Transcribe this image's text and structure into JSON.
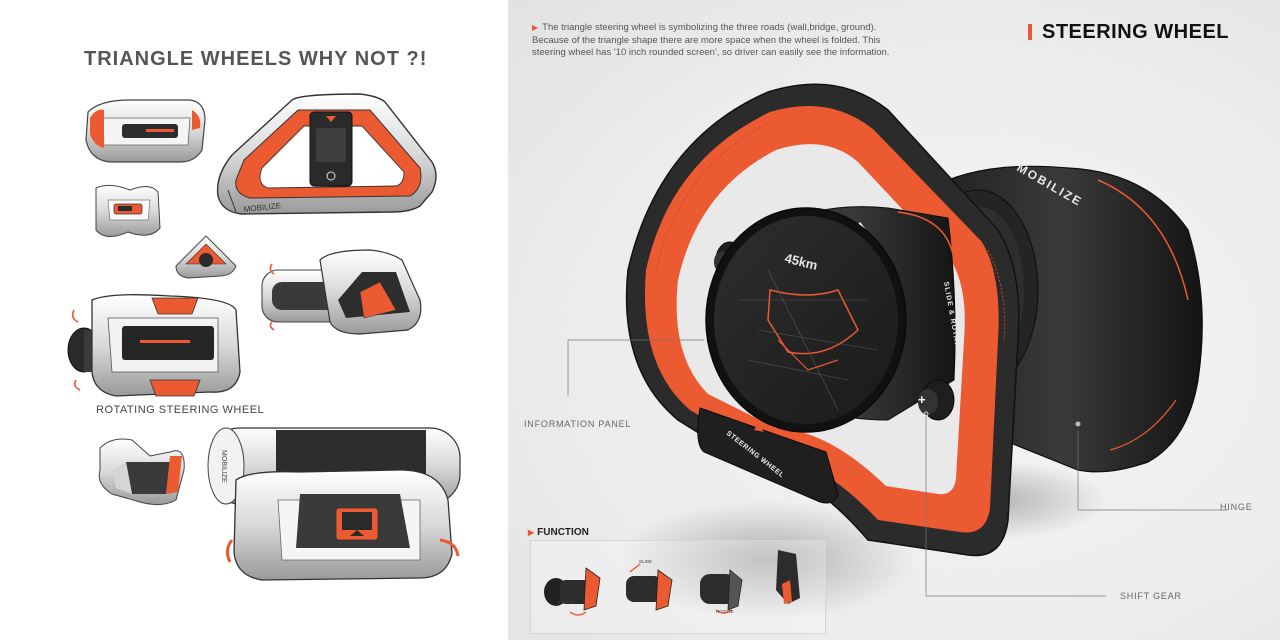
{
  "left": {
    "title": "TRIANGLE WHEELS WHY NOT ?!",
    "caption_rotating": "ROTATING STEERING WHEEL",
    "sketch_brand": "MOBILIZE"
  },
  "right": {
    "intro_arrow": "▶",
    "intro_text": "The triangle steering wheel is symbolizing the three roads (wall,bridge, ground). Because of the triangle shape there are more space when the wheel is folded. This steering wheel has '10 inch rounded screen', so driver can  easily see the information.",
    "title": "STEERING WHEEL",
    "screen_speed": "45km",
    "panel_label": "STEERING WHEEL",
    "side_label": "SLIDE & ROTATE",
    "housing_brand": "MOBILIZE",
    "plus_symbol": "+",
    "minus_symbol": "−",
    "callouts": {
      "information_panel": "INFORMATION PANEL",
      "hinge": "HINGE",
      "shift_gear": "SHIFT GEAR"
    },
    "function": {
      "title": "FUNCTION",
      "labels": [
        "ROTATE",
        "SLIDE",
        "ROTATE"
      ]
    }
  },
  "colors": {
    "accent": "#ec5a32",
    "dark": "#2b2b2b",
    "text": "#555555"
  }
}
